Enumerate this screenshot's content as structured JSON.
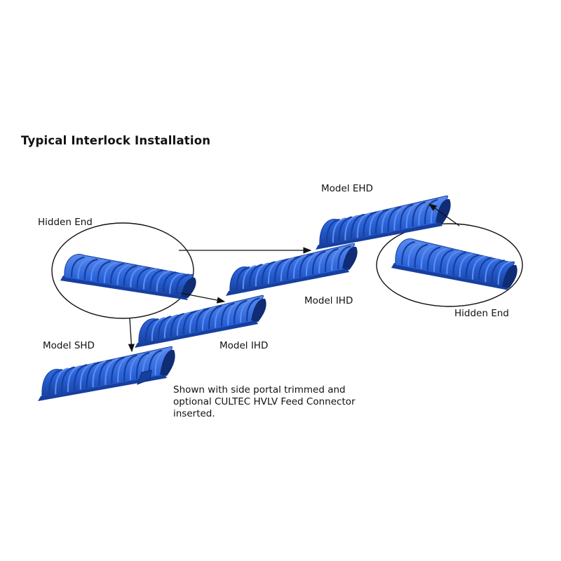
{
  "title": "Typical Interlock Installation",
  "labels": {
    "hidden_end_left": "Hidden End",
    "hidden_end_right": "Hidden End",
    "model_ehd": "Model EHD",
    "model_ihd_upper": "Model IHD",
    "model_ihd_lower": "Model IHD",
    "model_shd": "Model SHD"
  },
  "note": {
    "line1": "Shown with side portal trimmed and",
    "line2": "optional CULTEC HVLV Feed Connector",
    "line3": "inserted."
  },
  "colors": {
    "chamber_fill": "#2a63d8",
    "chamber_light": "#5b8cf0",
    "chamber_dark": "#163f9e",
    "outline": "#111111",
    "background": "#ffffff"
  }
}
